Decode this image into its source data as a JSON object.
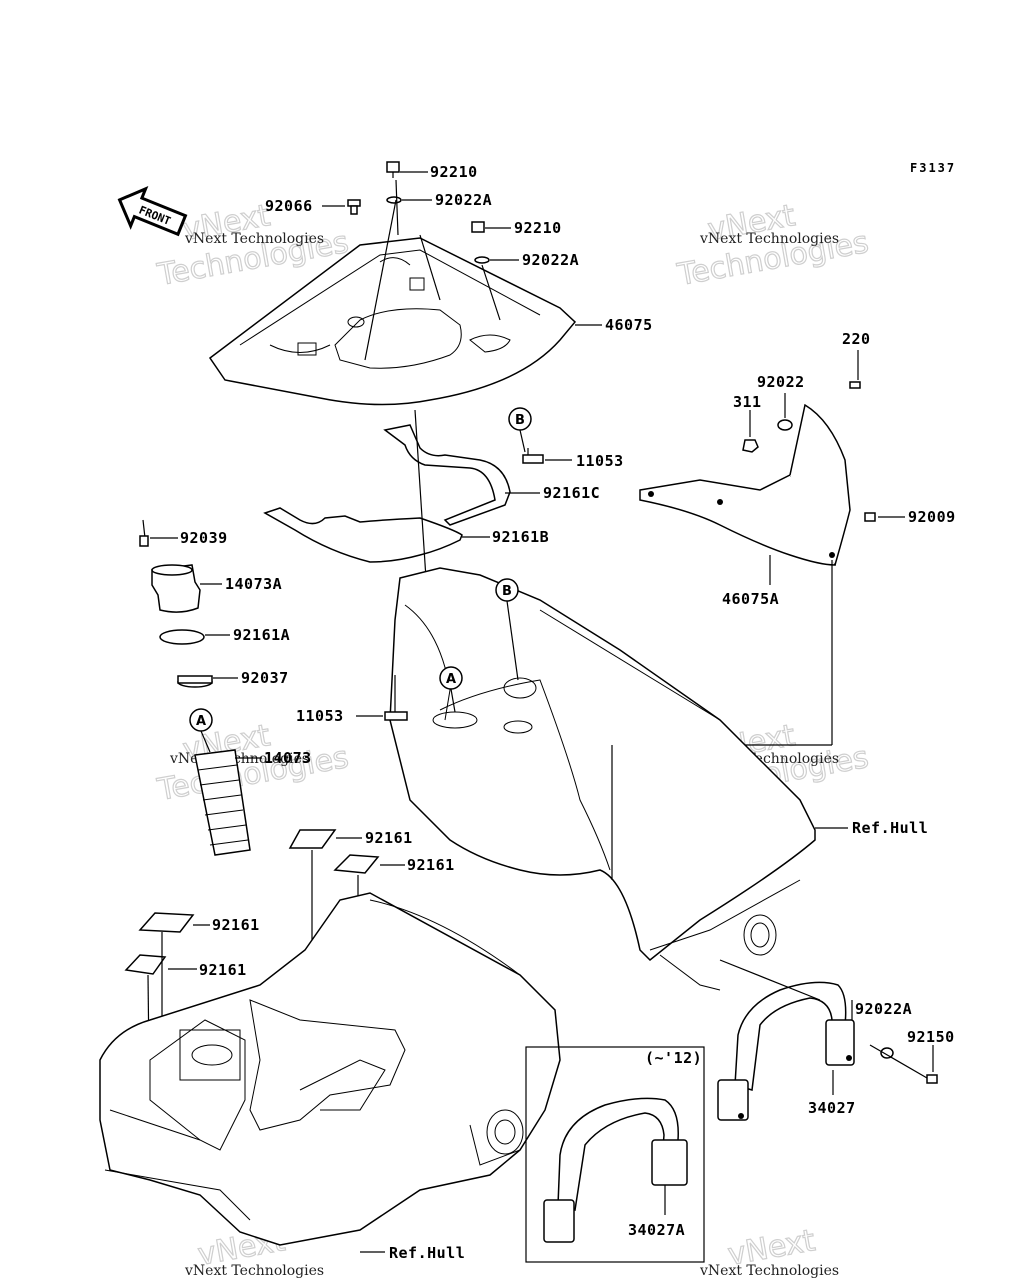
{
  "figure_code": "F3137",
  "front_label": "FRONT",
  "watermark": {
    "brand": "vNext",
    "tagline": "vNext Technologies",
    "word": "Technologies"
  },
  "callouts": {
    "a": "A",
    "b": "B"
  },
  "version_note": "(~'12)",
  "part_labels": {
    "p92210_a": "92210",
    "p92022a_a": "92022A",
    "p92066": "92066",
    "p92210_b": "92210",
    "p92022a_b": "92022A",
    "p46075": "46075",
    "p220": "220",
    "p92022": "92022",
    "p311": "311",
    "p11053_a": "11053",
    "p92161c": "92161C",
    "p92161b": "92161B",
    "p92009": "92009",
    "p46075a": "46075A",
    "p92039": "92039",
    "p14073a": "14073A",
    "p92161a": "92161A",
    "p92037": "92037",
    "p11053_b": "11053",
    "p14073": "14073",
    "ref_hull_a": "Ref.Hull",
    "p92161_a": "92161",
    "p92161_b": "92161",
    "p92161_c": "92161",
    "p92161_d": "92161",
    "p92022a_c": "92022A",
    "p92150": "92150",
    "p34027": "34027",
    "p34027a": "34027A",
    "ref_hull_b": "Ref.Hull"
  }
}
